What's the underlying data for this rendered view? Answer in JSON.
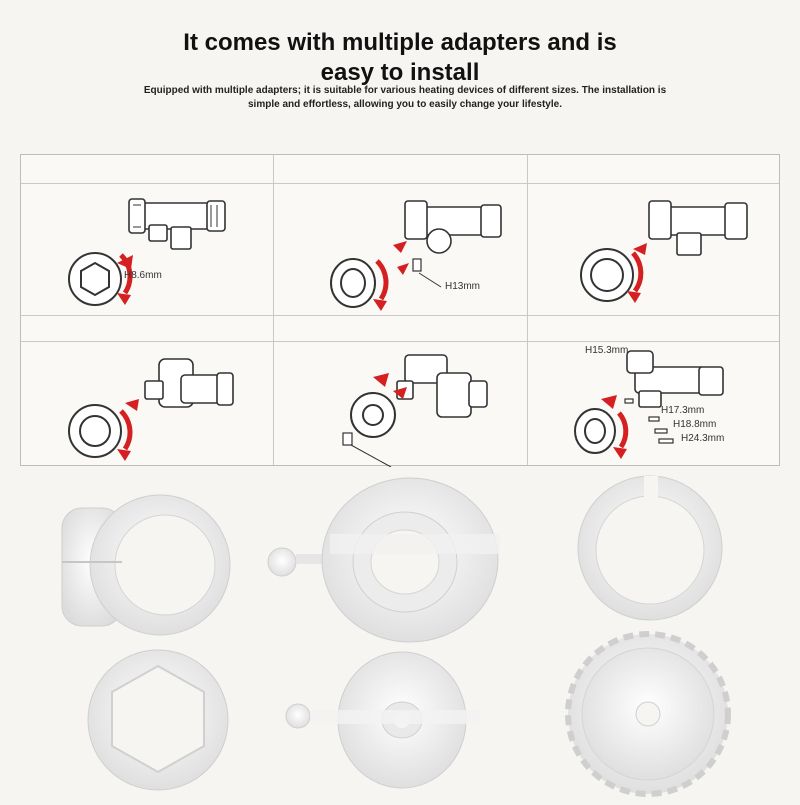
{
  "header": {
    "title_line1": "It comes with multiple adapters and is",
    "title_line2": "easy to install",
    "subtitle_line1": "Equipped with multiple adapters; it is suitable for various heating devices of different sizes. The installation is",
    "subtitle_line2": "simple and effortless, allowing you to easily change your lifestyle."
  },
  "diagrams": {
    "cell2_label": "H13mm",
    "cell5_label": "H8.6mm",
    "cell6_labels": [
      "H15.3mm",
      "H17.3mm",
      "H18.8mm",
      "H24.3mm"
    ]
  },
  "colors": {
    "arrow": "#d42020",
    "line": "#333333",
    "adapter": "#ffffff"
  }
}
